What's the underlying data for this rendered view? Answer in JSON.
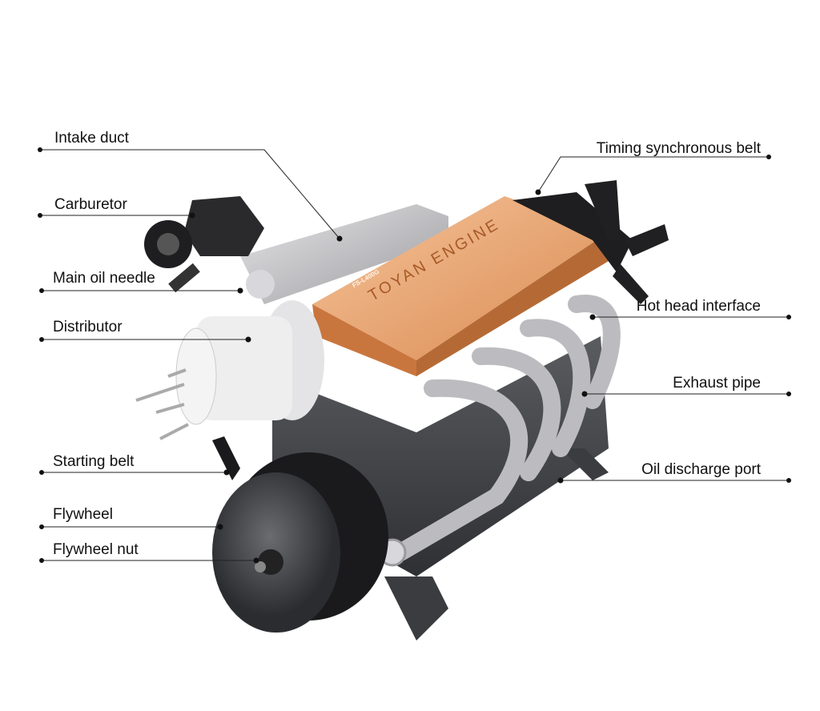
{
  "labels_left": [
    {
      "id": "intake-duct",
      "text": "Intake duct"
    },
    {
      "id": "carburetor",
      "text": "Carburetor"
    },
    {
      "id": "main-oil-needle",
      "text": "Main oil needle"
    },
    {
      "id": "distributor",
      "text": "Distributor"
    },
    {
      "id": "starting-belt",
      "text": "Starting belt"
    },
    {
      "id": "flywheel",
      "text": "Flywheel"
    },
    {
      "id": "flywheel-nut",
      "text": "Flywheel nut"
    }
  ],
  "labels_right": [
    {
      "id": "timing-synchronous-belt",
      "text": "Timing synchronous belt"
    },
    {
      "id": "hot-head-interface",
      "text": "Hot head interface"
    },
    {
      "id": "exhaust-pipe",
      "text": "Exhaust pipe"
    },
    {
      "id": "oil-discharge-port",
      "text": "Oil discharge port"
    }
  ],
  "engine": {
    "brand_engraving": "TOYAN ENGINE",
    "model_engraving": "FS-L400G"
  },
  "colors": {
    "copper": "#e8a070",
    "block": "#4a4c50",
    "pipe": "#c8c8cc",
    "line": "#222222"
  }
}
